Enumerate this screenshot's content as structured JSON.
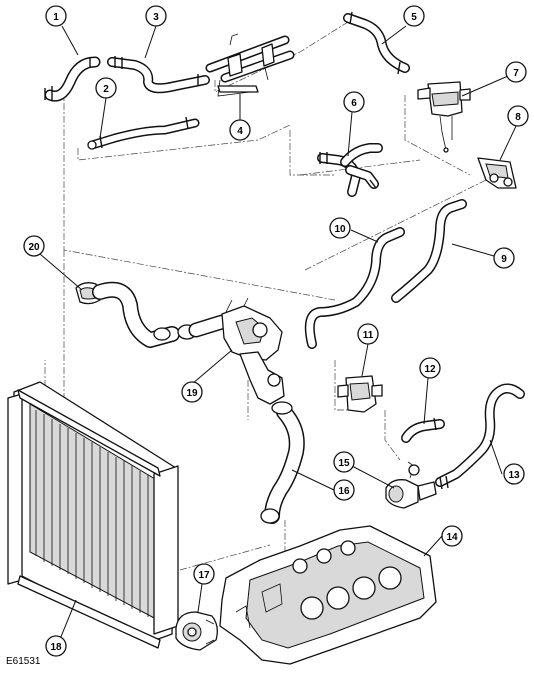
{
  "figure_ref": "E61531",
  "callouts": [
    {
      "id": "c1",
      "label": "1",
      "component": "radiator upper hose"
    },
    {
      "id": "c2",
      "label": "2",
      "component": "coolant hose"
    },
    {
      "id": "c3",
      "label": "3",
      "component": "coolant hose"
    },
    {
      "id": "c4",
      "label": "4",
      "component": "coolant pipe assembly"
    },
    {
      "id": "c5",
      "label": "5",
      "component": "heater hose"
    },
    {
      "id": "c6",
      "label": "6",
      "component": "coolant hose assembly"
    },
    {
      "id": "c7",
      "label": "7",
      "component": "heater control valve"
    },
    {
      "id": "c8",
      "label": "8",
      "component": "coolant outlet connector"
    },
    {
      "id": "c9",
      "label": "9",
      "component": "heater hose"
    },
    {
      "id": "c10",
      "label": "10",
      "component": "heater hose"
    },
    {
      "id": "c11",
      "label": "11",
      "component": "valve"
    },
    {
      "id": "c12",
      "label": "12",
      "component": "hose"
    },
    {
      "id": "c13",
      "label": "13",
      "component": "hose"
    },
    {
      "id": "c14",
      "label": "14",
      "component": "engine block"
    },
    {
      "id": "c15",
      "label": "15",
      "component": "auxiliary pump"
    },
    {
      "id": "c16",
      "label": "16",
      "component": "radiator lower hose"
    },
    {
      "id": "c17",
      "label": "17",
      "component": "water pump"
    },
    {
      "id": "c18",
      "label": "18",
      "component": "radiator"
    },
    {
      "id": "c19",
      "label": "19",
      "component": "thermostat housing"
    },
    {
      "id": "c20",
      "label": "20",
      "component": "hose"
    }
  ]
}
